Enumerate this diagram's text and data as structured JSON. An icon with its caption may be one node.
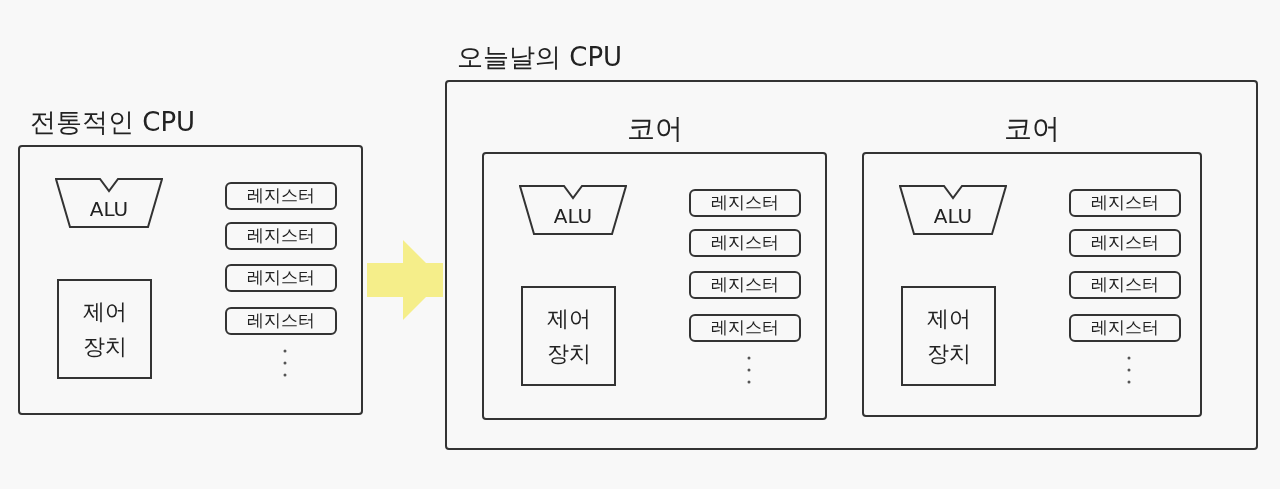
{
  "diagram": {
    "nodes": [
      {
        "text": [
          "전통적인 CPU"
        ]
      },
      {
        "text": [
          "ALU"
        ],
        "in": 0
      },
      {
        "text": [
          "레지스터"
        ],
        "in": 0
      },
      {
        "text": [
          "레지스터"
        ],
        "in": 0
      },
      {
        "text": [
          "레지스터"
        ],
        "in": 0
      },
      {
        "text": [
          "레지스터"
        ],
        "in": 0
      },
      {
        "text": [
          "제어 장치"
        ],
        "in": 0
      },
      {
        "text": [
          "오늘날의 CPU"
        ]
      },
      {
        "text": [
          "코어"
        ],
        "in": 7
      },
      {
        "text": [
          "ALU"
        ],
        "in": 8
      },
      {
        "text": [
          "레지스터"
        ],
        "in": 8
      },
      {
        "text": [
          "레지스터"
        ],
        "in": 8
      },
      {
        "text": [
          "레지스터"
        ],
        "in": 8
      },
      {
        "text": [
          "레지스터"
        ],
        "in": 8
      },
      {
        "text": [
          "제어 장치"
        ],
        "in": 8
      },
      {
        "text": [
          "코어"
        ],
        "in": 7
      },
      {
        "text": [
          "ALU"
        ],
        "in": 15
      },
      {
        "text": [
          "레지스터"
        ],
        "in": 15
      },
      {
        "text": [
          "레지스터"
        ],
        "in": 15
      },
      {
        "text": [
          "레지스터"
        ],
        "in": 15
      },
      {
        "text": [
          "레지스터"
        ],
        "in": 15
      },
      {
        "text": [
          "제어 장치"
        ],
        "in": 15
      }
    ],
    "edges": [
      {
        "from": 0,
        "to": 7,
        "arrow": "to",
        "color": "#f5ee8a"
      }
    ]
  }
}
